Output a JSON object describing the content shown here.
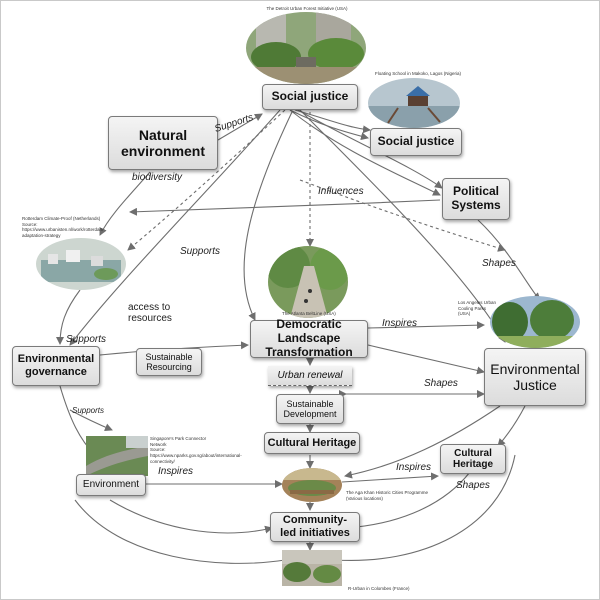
{
  "nodes": {
    "social_justice_top": "Social justice",
    "natural_environment": "Natural environment",
    "social_justice_right": "Social justice",
    "political_systems": "Political Systems",
    "democratic_landscape": "Democratic Landscape Transformation",
    "environmental_governance": "Environmental governance",
    "sustainable_resourcing": "Sustainable Resourcing",
    "environmental_justice": "Environmental Justice",
    "urban_renewal": "Urban renewal",
    "sustainable_development": "Sustainable Development",
    "cultural_heritage_center": "Cultural Heritage",
    "cultural_heritage_right": "Cultural Heritage",
    "environment": "Environment",
    "community_led": "Community-led initiatives"
  },
  "edge_labels": {
    "supports_top": "Supports",
    "biodiversity": "biodiversity",
    "influences": "Influences",
    "supports_mid": "Supports",
    "shapes_right": "Shapes",
    "access_resources": "access to resources",
    "supports_left": "Supports",
    "inspires_top": "Inspires",
    "shapes_mid": "Shapes",
    "supports_lower": "Supports",
    "inspires_mid": "Inspires",
    "inspires_right": "Inspires",
    "shapes_lower": "Shapes"
  },
  "captions": {
    "detroit": "The Detroit Urban Forest Initiative (USA)",
    "lagos": "Floating School in Makoko, Lagos (Nigeria)",
    "rotterdam": "Rotterdam Climate-Proof (Netherlands)\nSource:\nhttps://www.urbanisten.nl/work/rotterdam-adaptation-strategy",
    "atlanta": "The Atlanta BeltLine (USA)",
    "la": "Los Angeles Urban Cooling Parks (USA)",
    "singapore": "Singapore's Park Connector Network\nSource:\nhttps://www.nparks.gov.sg/about/international-connectivity/",
    "aga_khan": "The Aga Khan Historic Cities Programme (Various locations)",
    "colombes": "R-Urban in Colombes (France)"
  },
  "colors": {
    "edge": "#6e6e6e",
    "node_top": "#f4f4f4",
    "node_bottom": "#dcdcdc"
  }
}
